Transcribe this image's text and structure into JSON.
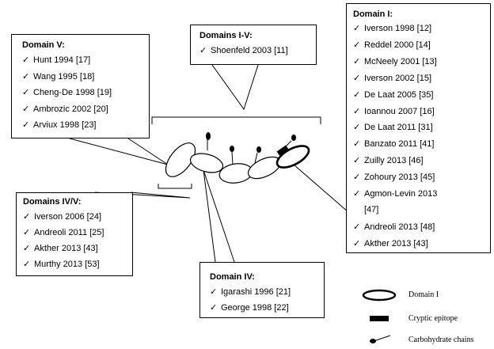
{
  "check_glyph": "✓",
  "domain_v": {
    "title": "Domain V:",
    "items": [
      "Hunt 1994 [17]",
      "Wang 1995 [18]",
      "Cheng-De 1998 [19]",
      "Ambrozic 2002 [20]",
      "Arviux 1998 [23]"
    ]
  },
  "domains_i_v": {
    "title": "Domains I-V:",
    "items": [
      "Shoenfeld 2003 [11]"
    ]
  },
  "domain_i": {
    "title": "Domain I:",
    "items": [
      "Iverson 1998 [12]",
      "Reddel 2000 [14]",
      "McNeely 2001 [13]",
      "Iverson 2002 [15]",
      "De Laat 2005 [35]",
      "Ioannou 2007 [16]",
      "De Laat 2011 [31]",
      "Banzato 2011 [41]",
      "Zuilly 2013 [46]",
      "Zohoury 2013 [45]",
      "Agmon-Levin 2013",
      "[47]",
      "Andreoli 2013 [48]",
      "Akther 2013 [43]"
    ]
  },
  "domains_iv_v": {
    "title": "Domains IV/V:",
    "items": [
      "Iverson 2006 [24]",
      "Andreoli 2011 [25]",
      "Akther 2013 [43]",
      "Murthy 2013 [53]"
    ]
  },
  "domain_iv": {
    "title": "Domain IV:",
    "items": [
      "Igarashi 1996 [21]",
      "George 1998 [22]"
    ]
  },
  "legend": {
    "domain_i": "Domain I",
    "cryptic_epitope": "Cryptic epitope",
    "carbohydrate_chains": "Carbohydrate chains"
  }
}
